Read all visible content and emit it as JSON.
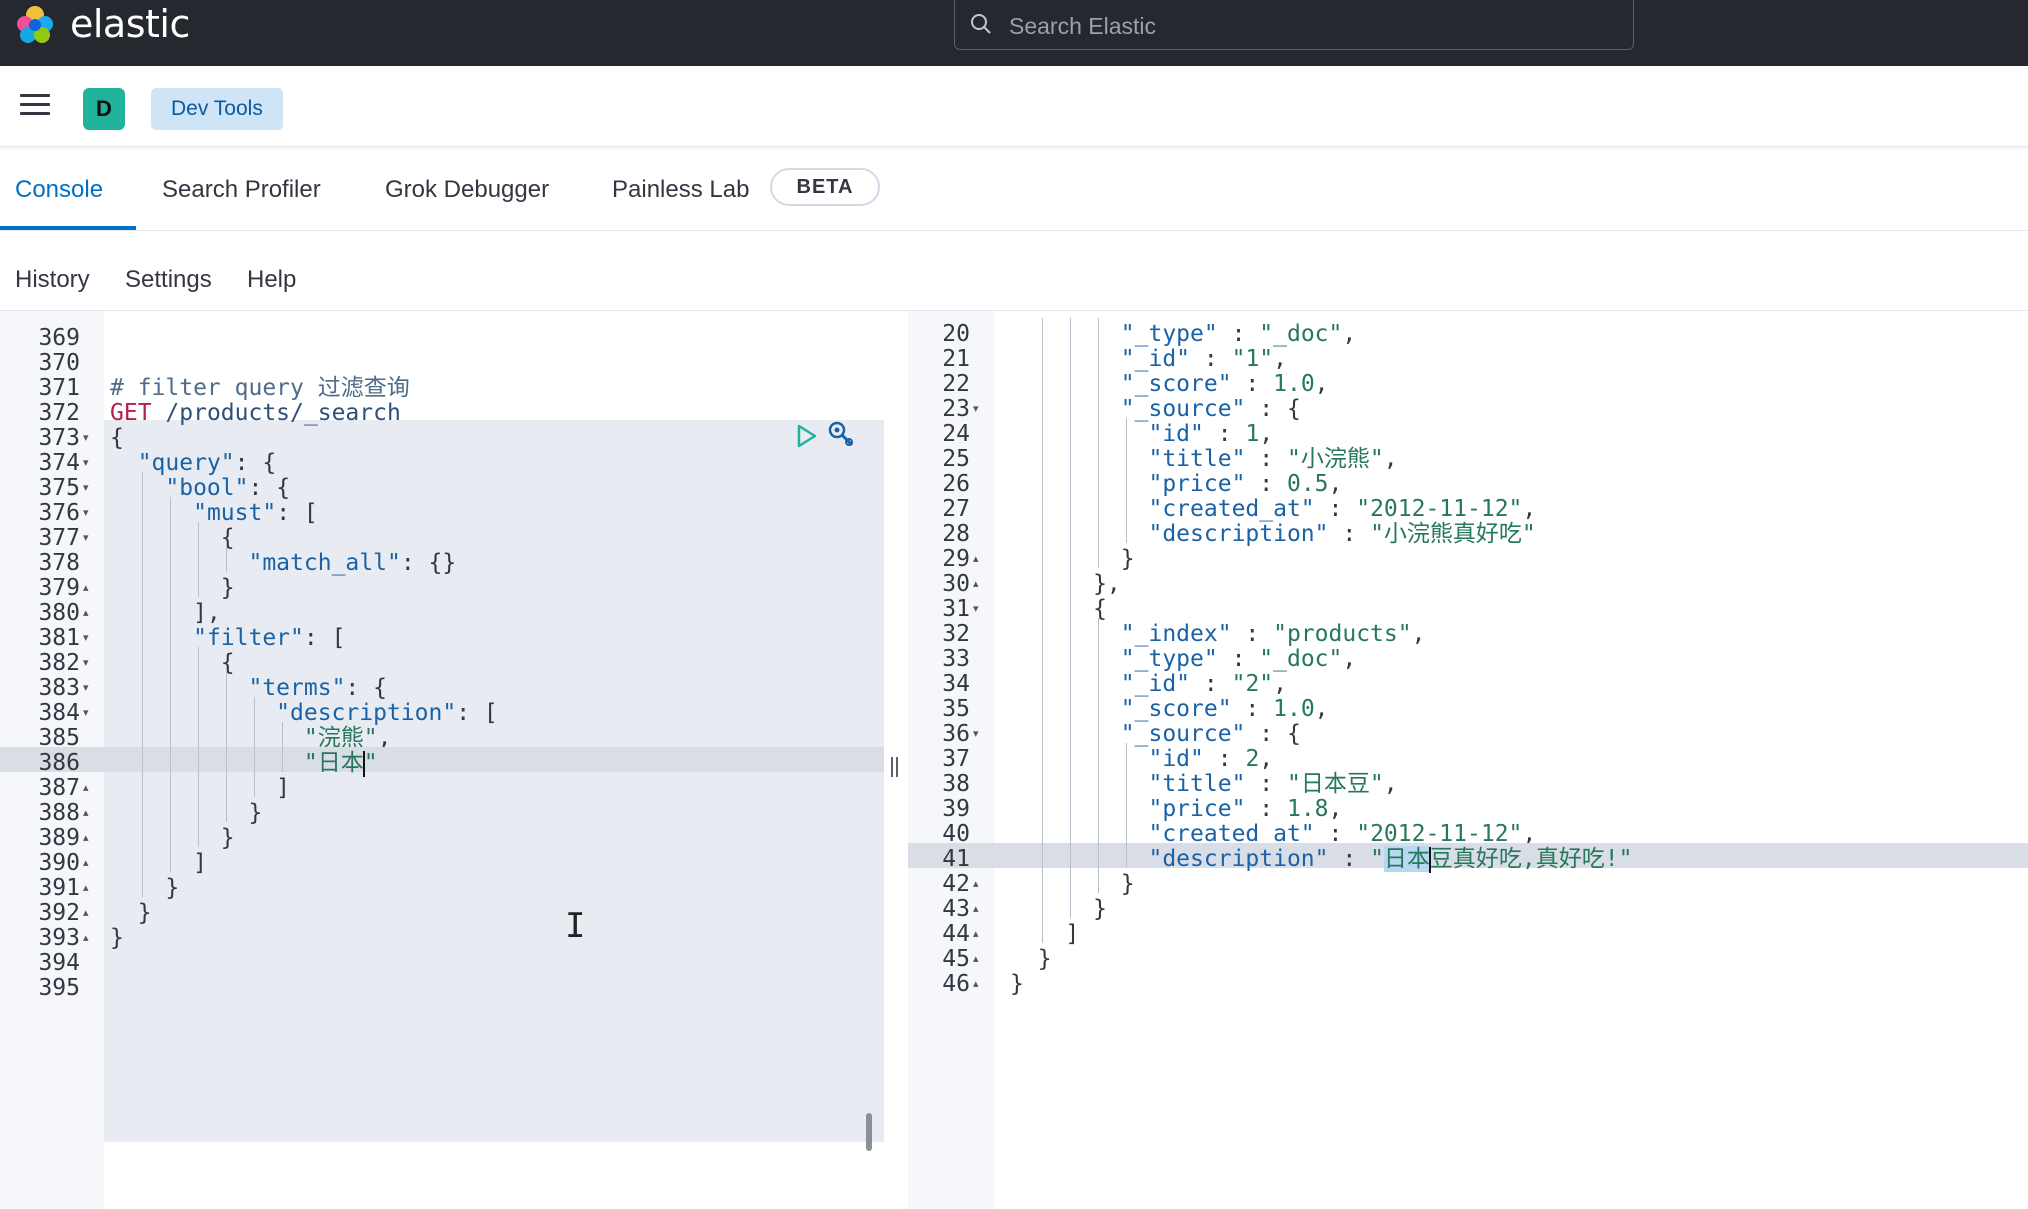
{
  "header": {
    "brand": "elastic",
    "search_placeholder": "Search Elastic"
  },
  "subbar": {
    "avatar_letter": "D",
    "breadcrumb": "Dev Tools"
  },
  "tabs": [
    {
      "label": "Console",
      "active": true
    },
    {
      "label": "Search Profiler",
      "active": false
    },
    {
      "label": "Grok Debugger",
      "active": false
    },
    {
      "label": "Painless Lab",
      "active": false
    }
  ],
  "beta_badge": "BETA",
  "menu": [
    "History",
    "Settings",
    "Help"
  ],
  "colors": {
    "topbar": "#25282f",
    "accent": "#0071c2",
    "avatar": "#20b29a",
    "string": "#26775c",
    "key": "#1a62a6",
    "method": "#b81c52"
  },
  "request_editor": {
    "first_line": 369,
    "active_line": 386,
    "lines": [
      {
        "n": "369",
        "fold": "",
        "text": ""
      },
      {
        "n": "370",
        "fold": "",
        "text": ""
      },
      {
        "n": "371",
        "fold": "",
        "text": "# filter query 过滤查询"
      },
      {
        "n": "372",
        "fold": "",
        "text": "GET /products/_search"
      },
      {
        "n": "373",
        "fold": "down",
        "text": "{"
      },
      {
        "n": "374",
        "fold": "down",
        "text": "  \"query\": {"
      },
      {
        "n": "375",
        "fold": "down",
        "text": "    \"bool\": {"
      },
      {
        "n": "376",
        "fold": "down",
        "text": "      \"must\": ["
      },
      {
        "n": "377",
        "fold": "down",
        "text": "        {"
      },
      {
        "n": "378",
        "fold": "",
        "text": "          \"match_all\": {}"
      },
      {
        "n": "379",
        "fold": "up",
        "text": "        }"
      },
      {
        "n": "380",
        "fold": "up",
        "text": "      ],"
      },
      {
        "n": "381",
        "fold": "down",
        "text": "      \"filter\": ["
      },
      {
        "n": "382",
        "fold": "down",
        "text": "        {"
      },
      {
        "n": "383",
        "fold": "down",
        "text": "          \"terms\": {"
      },
      {
        "n": "384",
        "fold": "down",
        "text": "            \"description\": ["
      },
      {
        "n": "385",
        "fold": "",
        "text": "              \"浣熊\","
      },
      {
        "n": "386",
        "fold": "",
        "text": "              \"日本\""
      },
      {
        "n": "387",
        "fold": "up",
        "text": "            ]"
      },
      {
        "n": "388",
        "fold": "up",
        "text": "          }"
      },
      {
        "n": "389",
        "fold": "up",
        "text": "        }"
      },
      {
        "n": "390",
        "fold": "up",
        "text": "      ]"
      },
      {
        "n": "391",
        "fold": "up",
        "text": "    }"
      },
      {
        "n": "392",
        "fold": "up",
        "text": "  }"
      },
      {
        "n": "393",
        "fold": "up",
        "text": "}"
      },
      {
        "n": "394",
        "fold": "",
        "text": ""
      },
      {
        "n": "395",
        "fold": "",
        "text": ""
      }
    ]
  },
  "response_viewer": {
    "active_line": 41,
    "lines": [
      {
        "n": "20",
        "fold": "",
        "text": "        \"_type\" : \"_doc\","
      },
      {
        "n": "21",
        "fold": "",
        "text": "        \"_id\" : \"1\","
      },
      {
        "n": "22",
        "fold": "",
        "text": "        \"_score\" : 1.0,"
      },
      {
        "n": "23",
        "fold": "down",
        "text": "        \"_source\" : {"
      },
      {
        "n": "24",
        "fold": "",
        "text": "          \"id\" : 1,"
      },
      {
        "n": "25",
        "fold": "",
        "text": "          \"title\" : \"小浣熊\","
      },
      {
        "n": "26",
        "fold": "",
        "text": "          \"price\" : 0.5,"
      },
      {
        "n": "27",
        "fold": "",
        "text": "          \"created_at\" : \"2012-11-12\","
      },
      {
        "n": "28",
        "fold": "",
        "text": "          \"description\" : \"小浣熊真好吃\""
      },
      {
        "n": "29",
        "fold": "up",
        "text": "        }"
      },
      {
        "n": "30",
        "fold": "up",
        "text": "      },"
      },
      {
        "n": "31",
        "fold": "down",
        "text": "      {"
      },
      {
        "n": "32",
        "fold": "",
        "text": "        \"_index\" : \"products\","
      },
      {
        "n": "33",
        "fold": "",
        "text": "        \"_type\" : \"_doc\","
      },
      {
        "n": "34",
        "fold": "",
        "text": "        \"_id\" : \"2\","
      },
      {
        "n": "35",
        "fold": "",
        "text": "        \"_score\" : 1.0,"
      },
      {
        "n": "36",
        "fold": "down",
        "text": "        \"_source\" : {"
      },
      {
        "n": "37",
        "fold": "",
        "text": "          \"id\" : 2,"
      },
      {
        "n": "38",
        "fold": "",
        "text": "          \"title\" : \"日本豆\","
      },
      {
        "n": "39",
        "fold": "",
        "text": "          \"price\" : 1.8,"
      },
      {
        "n": "40",
        "fold": "",
        "text": "          \"created_at\" : \"2012-11-12\","
      },
      {
        "n": "41",
        "fold": "",
        "text": "          \"description\" : \"日本豆真好吃,真好吃!\""
      },
      {
        "n": "42",
        "fold": "up",
        "text": "        }"
      },
      {
        "n": "43",
        "fold": "up",
        "text": "      }"
      },
      {
        "n": "44",
        "fold": "up",
        "text": "    ]"
      },
      {
        "n": "45",
        "fold": "up",
        "text": "  }"
      },
      {
        "n": "46",
        "fold": "up",
        "text": "}"
      }
    ]
  }
}
